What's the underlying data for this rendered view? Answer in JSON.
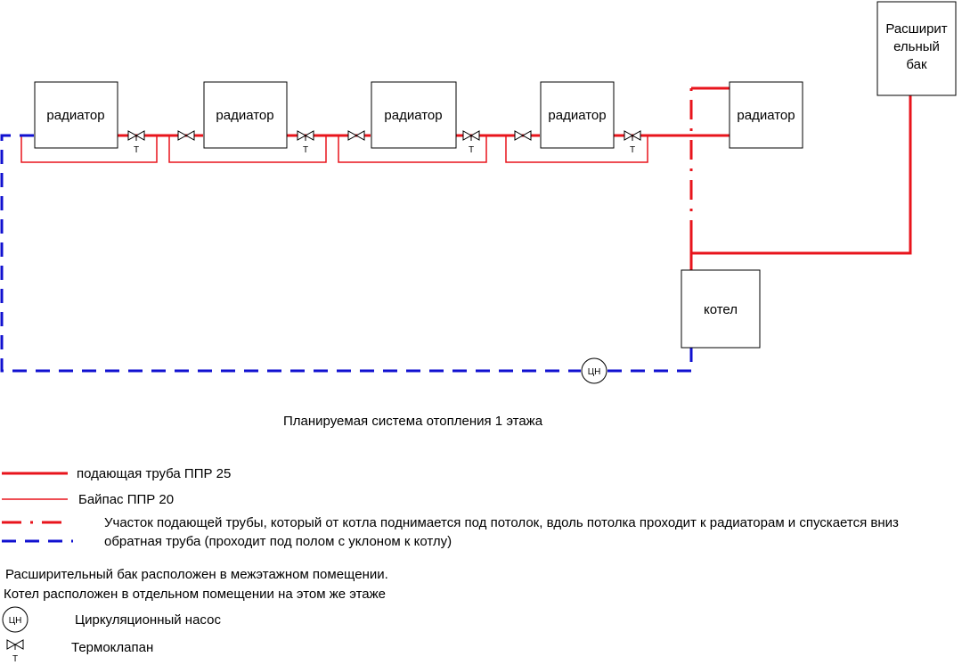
{
  "radiators": [
    "радиатор",
    "радиатор",
    "радиатор",
    "радиатор",
    "радиатор"
  ],
  "expansion_tank": {
    "line1": "Расширит",
    "line2": "ельный",
    "line3": "бак"
  },
  "boiler": "котел",
  "pump_symbol": "ЦН",
  "valve_mark": "Т",
  "caption": "Планируемая система отопления 1 этажа",
  "legend": {
    "supply": "подающая труба ППР 25",
    "bypass": "Байпас ППР 20",
    "riser": "Участок подающей трубы, который от котла поднимается под потолок, вдоль потолка проходит к радиаторам и спускается вниз",
    "return": "обратная труба (проходит под полом с уклоном к котлу)"
  },
  "notes": {
    "tank": "Расширительный бак расположен в межэтажном помещении.",
    "boiler": "Котел расположен в отдельном помещении на этом же этаже"
  },
  "symbols": {
    "pump_label": "Циркуляционный насос",
    "valve_label": "Термоклапан"
  },
  "colors": {
    "supply": "#e8141c",
    "return": "#1010d0"
  }
}
